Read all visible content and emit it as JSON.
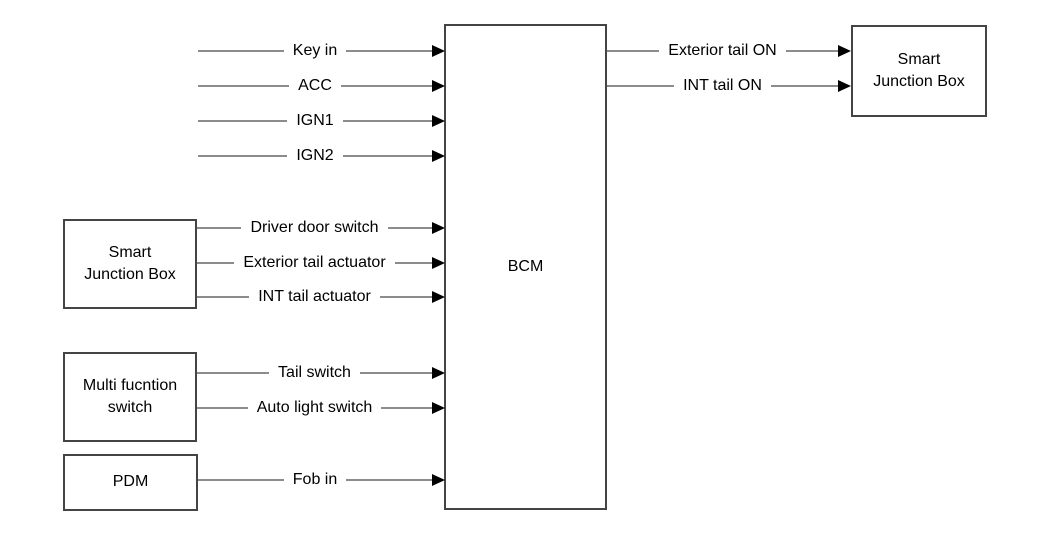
{
  "blocks": {
    "bcm": {
      "label": "BCM"
    },
    "left_smart_junction_box": {
      "lines": [
        "Smart",
        "Junction Box"
      ]
    },
    "multi_function_switch": {
      "lines": [
        "Multi fucntion",
        "switch"
      ]
    },
    "pdm": {
      "label": "PDM"
    },
    "right_smart_junction_box": {
      "lines": [
        "Smart",
        "Junction Box"
      ]
    }
  },
  "signals": {
    "inputs": [
      {
        "label": "Key in"
      },
      {
        "label": "ACC"
      },
      {
        "label": "IGN1"
      },
      {
        "label": "IGN2"
      },
      {
        "label": "Driver door switch"
      },
      {
        "label": "Exterior tail actuator"
      },
      {
        "label": "INT tail actuator"
      },
      {
        "label": "Tail switch"
      },
      {
        "label": "Auto light switch"
      },
      {
        "label": "Fob in"
      }
    ],
    "outputs": [
      {
        "label": "Exterior tail ON"
      },
      {
        "label": "INT tail ON"
      }
    ]
  },
  "colors": {
    "background": "#ffffff",
    "text": "#000000",
    "wire": "#8c8c8c",
    "border": "#444444",
    "arrow": "#000000"
  }
}
